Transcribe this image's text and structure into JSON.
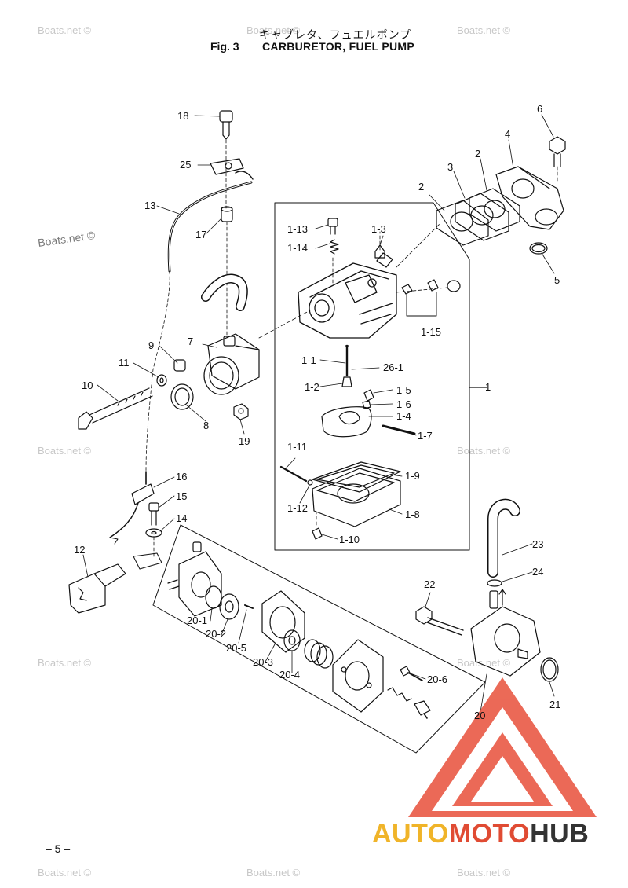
{
  "header": {
    "title_jp": "キャブレタ、フュエルポンプ",
    "fig_no": "Fig. 3",
    "title_en": "CARBURETOR, FUEL PUMP"
  },
  "page_number": "– 5 –",
  "watermark": "Boats.net ©",
  "logo": {
    "part1": "AUTO",
    "part2": "MOTO",
    "part3": "HUB",
    "colors": {
      "auto": "#f0b429",
      "moto": "#e04b33",
      "hub": "#333333"
    }
  },
  "callouts": {
    "c1": "1",
    "c1_1": "1-1",
    "c1_2": "1-2",
    "c1_3": "1-3",
    "c1_4": "1-4",
    "c1_5": "1-5",
    "c1_6": "1-6",
    "c1_7": "1-7",
    "c1_8": "1-8",
    "c1_9": "1-9",
    "c1_10": "1-10",
    "c1_11": "1-11",
    "c1_12": "1-12",
    "c1_13": "1-13",
    "c1_14": "1-14",
    "c1_15": "1-15",
    "c2a": "2",
    "c2b": "2",
    "c3": "3",
    "c4": "4",
    "c5": "5",
    "c6": "6",
    "c7": "7",
    "c8": "8",
    "c9": "9",
    "c10": "10",
    "c11": "11",
    "c12": "12",
    "c13": "13",
    "c14": "14",
    "c15": "15",
    "c16": "16",
    "c17": "17",
    "c18": "18",
    "c19": "19",
    "c20": "20",
    "c20_1": "20-1",
    "c20_2": "20-2",
    "c20_3": "20-3",
    "c20_4": "20-4",
    "c20_5": "20-5",
    "c20_6": "20-6",
    "c21": "21",
    "c22": "22",
    "c23": "23",
    "c24": "24",
    "c25": "25",
    "c26_1": "26-1"
  }
}
